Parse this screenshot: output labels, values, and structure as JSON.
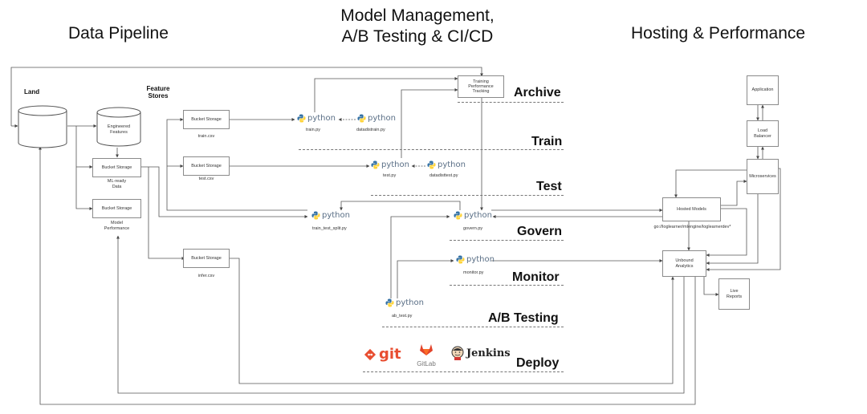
{
  "headers": {
    "data_pipeline": "Data Pipeline",
    "model_mgmt_line1": "Model Management,",
    "model_mgmt_line2": "A/B Testing & CI/CD",
    "hosting": "Hosting & Performance"
  },
  "pipeline": {
    "land": "Land",
    "feature_stores_line1": "Feature",
    "feature_stores_line2": "Stores",
    "engineered_features_line1": "Engineered",
    "engineered_features_line2": "Features",
    "bucket_storage": "Bucket Storage",
    "ml_ready_line1": "ML-ready",
    "ml_ready_line2": "Data",
    "model_perf_line1": "Model",
    "model_perf_line2": "Performance",
    "train_csv": "train.csv",
    "test_csv": "test.csv",
    "infer_csv": "infer.csv"
  },
  "python": {
    "logo_text": "python",
    "train": "train.py",
    "datadistrain": "datadistrain.py",
    "test": "test.py",
    "datadistest": "datadisttest.py",
    "train_test_split": "train_test_split.py",
    "govern": "govern.py",
    "monitor": "monitor.py",
    "ab_test": "ab_test.py"
  },
  "tracking": {
    "line1": "Training",
    "line2": "Performance",
    "line3": "Tracking"
  },
  "stages": {
    "archive": "Archive",
    "train": "Train",
    "test": "Test",
    "govern": "Govern",
    "monitor": "Monitor",
    "ab_testing": "A/B Testing",
    "deploy": "Deploy"
  },
  "deploy_tools": {
    "git": "git",
    "gitlab": "GitLab",
    "jenkins": "Jenkins"
  },
  "hosting": {
    "application": "Application",
    "load_balancer_line1": "Load",
    "load_balancer_line2": "Balancer",
    "microservices": "Microservices",
    "hosted_models": "Hosted Models",
    "hosted_models_path": "go://loglearner/mlengine/loglearnerdev*",
    "unbound_line1": "Unbound",
    "unbound_line2": "Analytics",
    "live_reports_line1": "Live",
    "live_reports_line2": "Reports"
  },
  "colors": {
    "git_orange": "#e84e31",
    "gitlab_orange": "#e2432a",
    "python_blue": "#3572a5",
    "python_yellow": "#ffd43b",
    "line_gray": "#555555"
  }
}
